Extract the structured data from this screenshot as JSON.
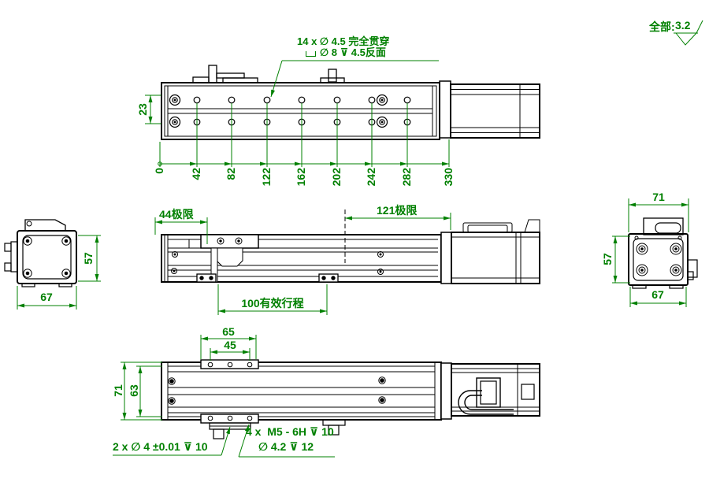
{
  "surface_note": {
    "label": "全部:",
    "value": "3.2"
  },
  "top_view": {
    "hole_callout_line1": "14 x ∅ 4.5 完全贯穿",
    "hole_callout_line2": "∅ 8 ⊽ 4.5反面",
    "hole_row_spacing": "23",
    "ordinates": [
      "0",
      "42",
      "82",
      "122",
      "162",
      "202",
      "242",
      "282",
      "330"
    ]
  },
  "left_end_view": {
    "height": "57",
    "width": "67"
  },
  "side_view": {
    "left_limit": "44极限",
    "right_limit": "121极限",
    "effective_stroke": "100有效行程"
  },
  "right_end_view": {
    "top_width": "71",
    "height": "57",
    "bottom_width": "67"
  },
  "bottom_view": {
    "carriage_outer": "65",
    "carriage_inner": "45",
    "body_height": "71",
    "inner_height": "63",
    "dowel_callout": "2 x ∅ 4 ±0.01 ⊽ 10",
    "thread_callout_line1": "4 x  M5 - 6H ⊽ 10",
    "thread_callout_line2": "∅ 4.2 ⊽ 12"
  },
  "colors": {
    "annotation": "#008000",
    "line": "#000000"
  }
}
